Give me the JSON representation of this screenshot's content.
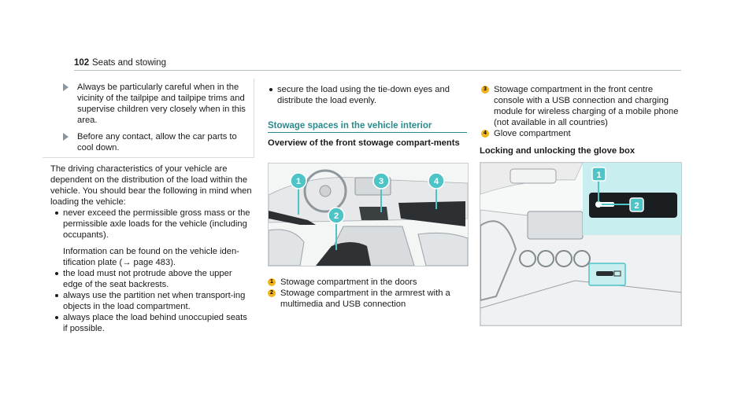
{
  "header": {
    "page_number": "102",
    "section": "Seats and stowing"
  },
  "notes": [
    "Always be particularly careful when in the vicinity of the tailpipe and tailpipe trims and supervise children very closely when in this area.",
    "Before any contact, allow the car parts to cool down."
  ],
  "col1": {
    "intro": "The driving characteristics of your vehicle are dependent on the distribution of the load within the vehicle. You should bear the following in mind when loading the vehicle:",
    "bullets": [
      "never exceed the permissible gross mass or the permissible axle loads for the vehicle (including occupants).",
      "the load must not protrude above the upper edge of the seat backrests.",
      "always use the partition net when transport-ing objects in the load compartment.",
      "always place the load behind unoccupied seats if possible."
    ],
    "info": "Information can be found on the vehicle iden-tification plate (→ page 483)."
  },
  "col2": {
    "bullet": "secure the load using the tie-down eyes and distribute the load evenly.",
    "heading": "Stowage spaces in the vehicle interior",
    "subheading": "Overview of the front stowage compart-ments",
    "legend": [
      {
        "num": "1",
        "text": "Stowage compartment in the doors"
      },
      {
        "num": "2",
        "text": "Stowage compartment in the armrest with a multimedia and USB connection"
      }
    ],
    "callouts": [
      "1",
      "2",
      "3",
      "4"
    ]
  },
  "col3": {
    "legend": [
      {
        "num": "3",
        "text": "Stowage compartment in the front centre console with a USB connection and charging module for wireless charging of a mobile phone (not available in all countries)"
      },
      {
        "num": "4",
        "text": "Glove compartment"
      }
    ],
    "heading": "Locking and unlocking the glove box",
    "callouts": [
      "1",
      "2"
    ]
  },
  "colors": {
    "accent": "#2a8a8c",
    "callout": "#4fc4c6",
    "badge": "#f1b41b"
  }
}
